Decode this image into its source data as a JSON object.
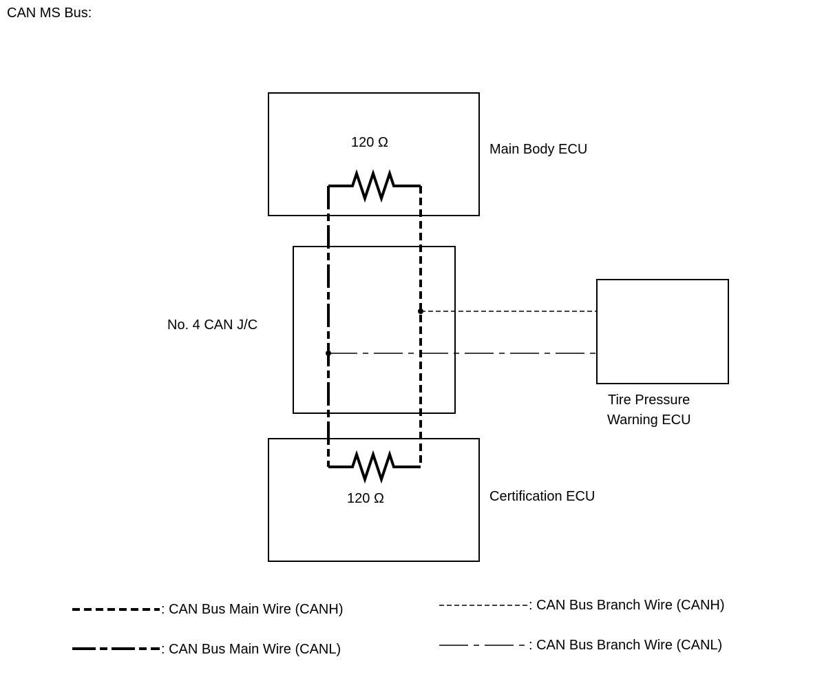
{
  "heading": "CAN MS Bus:",
  "ecus": {
    "main_body": {
      "label": "Main Body ECU",
      "resistor_label": "120 Ω"
    },
    "junction": {
      "label": "No. 4 CAN J/C"
    },
    "tire_pressure": {
      "label_line1": "Tire Pressure",
      "label_line2": "Warning ECU"
    },
    "certification": {
      "label": "Certification ECU",
      "resistor_label": "120 Ω"
    }
  },
  "legend": {
    "main_canh": ": CAN Bus Main Wire (CANH)",
    "main_canl": ": CAN Bus Main Wire (CANL)",
    "branch_canh": ": CAN Bus Branch Wire (CANH)",
    "branch_canl": ": CAN Bus Branch Wire (CANL)"
  },
  "wire_styles": {
    "main_canh": "thick-dashed",
    "main_canl": "thick-long-short-dash",
    "branch_canh": "thin-dashed",
    "branch_canl": "thin-dash-dot"
  },
  "colors": {
    "line": "#000000",
    "background": "#ffffff"
  }
}
